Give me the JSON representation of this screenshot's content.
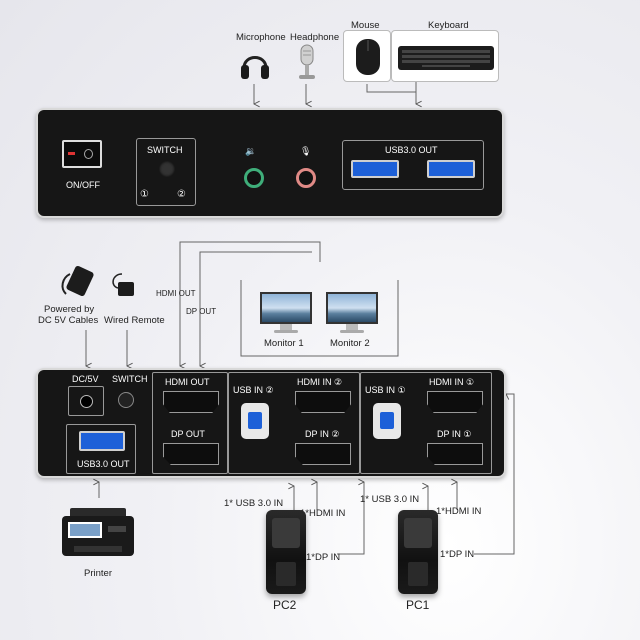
{
  "peripherals": {
    "microphone": "Microphone",
    "headphone": "Headphone",
    "mouse": "Mouse",
    "keyboard": "Keyboard"
  },
  "top_panel": {
    "power": "ON/OFF",
    "switch": "SWITCH",
    "switch_1": "①",
    "switch_2": "②",
    "speaker_glyph": "🔉",
    "mic_glyph": "🎙",
    "usb_out": "USB3.0 OUT"
  },
  "middle": {
    "powered_by": "Powered by",
    "dc_cables": "DC 5V Cables",
    "wired_remote": "Wired Remote",
    "hdmi_out": "HDMI OUT",
    "dp_out": "DP OUT",
    "monitor_1": "Monitor 1",
    "monitor_2": "Monitor 2"
  },
  "back_panel": {
    "dc5v": "DC/5V",
    "switch": "SWITCH",
    "usb_out": "USB3.0 OUT",
    "hdmi_out": "HDMI OUT",
    "dp_out": "DP OUT",
    "usb_in_2": "USB IN ②",
    "hdmi_in_2": "HDMI IN ②",
    "dp_in_2": "DP IN ②",
    "usb_in_1": "USB IN ①",
    "hdmi_in_1": "HDMI IN ①",
    "dp_in_1": "DP IN ①"
  },
  "bottom": {
    "printer": "Printer",
    "pc2_usb": "1* USB 3.0 IN",
    "pc2_hdmi": "1*HDMI IN",
    "pc2_dp": "1*DP IN",
    "pc2": "PC2",
    "pc1_usb": "1* USB 3.0 IN",
    "pc1_hdmi": "1*HDMI IN",
    "pc1_dp": "1*DP IN",
    "pc1": "PC1"
  },
  "colors": {
    "panel": "#161616",
    "usb_blue": "#1d60d8",
    "audio_green": "#3fae7a",
    "mic_pink": "#e08a86",
    "connector_line": "#777777"
  }
}
